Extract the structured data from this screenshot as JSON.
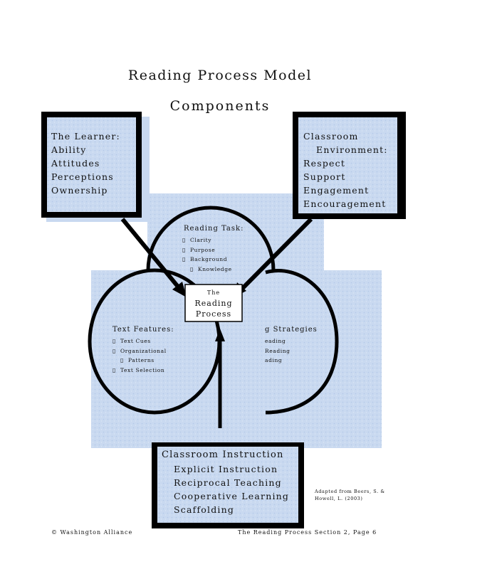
{
  "title": {
    "line1": "Reading Process Model",
    "line2": "Components"
  },
  "learner": {
    "heading": "The Learner:",
    "items": [
      "Ability",
      "Attitudes",
      "Perceptions",
      "Ownership"
    ]
  },
  "environment": {
    "heading_line1": "Classroom",
    "heading_line2": "Environment:",
    "items": [
      "Respect",
      "Support",
      "Engagement",
      "Encouragement"
    ]
  },
  "reading_task": {
    "heading": "Reading Task:",
    "items": [
      "Clarity",
      "Purpose",
      "Background",
      "Knowledge"
    ]
  },
  "text_features": {
    "heading": "Text Features:",
    "items": [
      "Text Cues",
      "Organizational",
      "Patterns",
      "Text Selection"
    ]
  },
  "strategies": {
    "heading": "g Strategies",
    "items": [
      "eading",
      "Reading",
      "ading"
    ]
  },
  "center": {
    "line1": "The",
    "line2": "Reading",
    "line3": "Process"
  },
  "instruction": {
    "heading": "Classroom Instruction",
    "items": [
      "Explicit Instruction",
      "Reciprocal Teaching",
      "Cooperative Learning",
      "Scaffolding"
    ]
  },
  "credit": "Adapted from Beers, S. & Howell, L. (2003)",
  "footer": {
    "left": "© Washington Alliance",
    "right": "The Reading Process Section 2, Page 6"
  },
  "colors": {
    "panel_fill": "#c9d9f0",
    "stroke": "#000000"
  }
}
